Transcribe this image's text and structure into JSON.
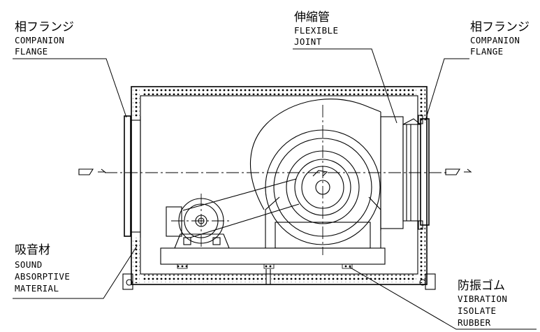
{
  "labels": {
    "companion_flange_left": {
      "jp": "相フランジ",
      "en": [
        "COMPANION",
        "FLANGE"
      ]
    },
    "flexible_joint": {
      "jp": "伸縮管",
      "en": [
        "FLEXIBLE",
        "JOINT"
      ]
    },
    "companion_flange_right": {
      "jp": "相フランジ",
      "en": [
        "COMPANION",
        "FLANGE"
      ]
    },
    "sound_absorptive": {
      "jp": "吸音材",
      "en": [
        "SOUND",
        "ABSORPTIVE",
        "MATERIAL"
      ]
    },
    "vibration_isolate": {
      "jp": "防振ゴム",
      "en": [
        "VIBRATION",
        "ISOLATE",
        "RUBBER"
      ]
    }
  },
  "colors": {
    "line": "#000000",
    "background": "#ffffff"
  }
}
